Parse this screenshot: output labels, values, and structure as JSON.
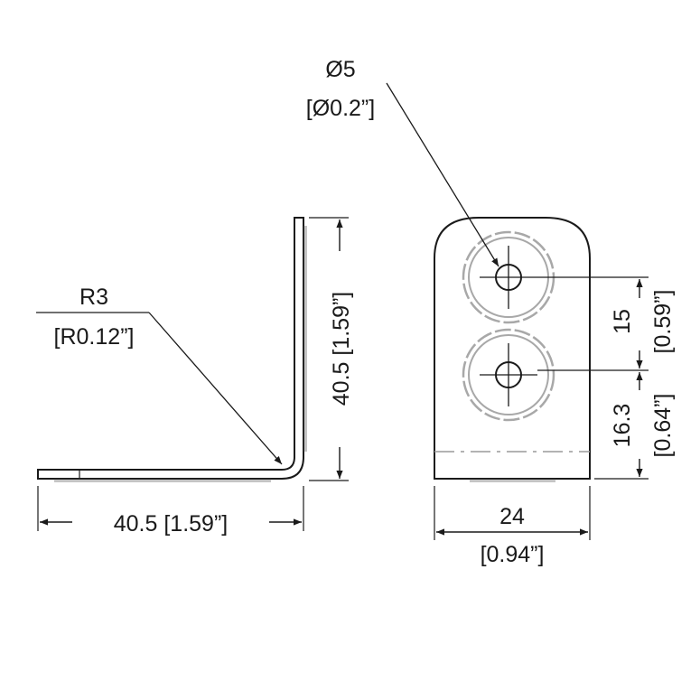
{
  "hole_diameter": {
    "metric": "Ø5",
    "imperial": "[Ø0.2”]"
  },
  "bend_radius": {
    "metric": "R3",
    "imperial": "[R0.12”]"
  },
  "side_view": {
    "height": "40.5 [1.59”]",
    "width": "40.5 [1.59”]"
  },
  "front_view": {
    "hole_spacing": {
      "metric": "15",
      "imperial": "[0.59”]"
    },
    "edge_to_hole": {
      "metric": "16.3",
      "imperial": "[0.64”]"
    },
    "width": {
      "metric": "24",
      "imperial": "[0.94”]"
    }
  },
  "colors": {
    "line": "#1a1a1a",
    "hidden": "#9a9a9a",
    "background": "#ffffff"
  }
}
